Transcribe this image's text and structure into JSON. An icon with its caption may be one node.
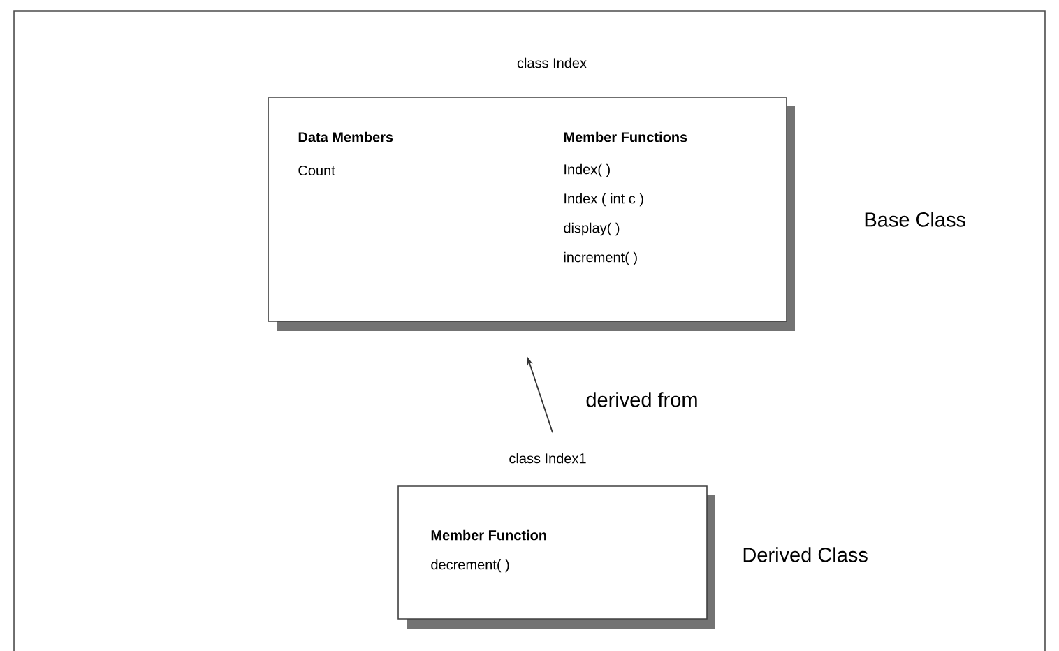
{
  "diagram": {
    "nodes": [
      {
        "text": [
          "class Index",
          "Data Members",
          "Count",
          "Member Functions",
          "Index( )",
          "Index ( int c )",
          "display( )",
          "increment( )"
        ],
        "beside": [
          "Base Class"
        ]
      },
      {
        "text": [
          "class Index1",
          "Member Function",
          "decrement( )"
        ],
        "beside": [
          "Derived Class"
        ]
      }
    ],
    "edges": [
      {
        "from": 1,
        "to": 0,
        "arrow": "to",
        "label": "derived from"
      }
    ]
  }
}
